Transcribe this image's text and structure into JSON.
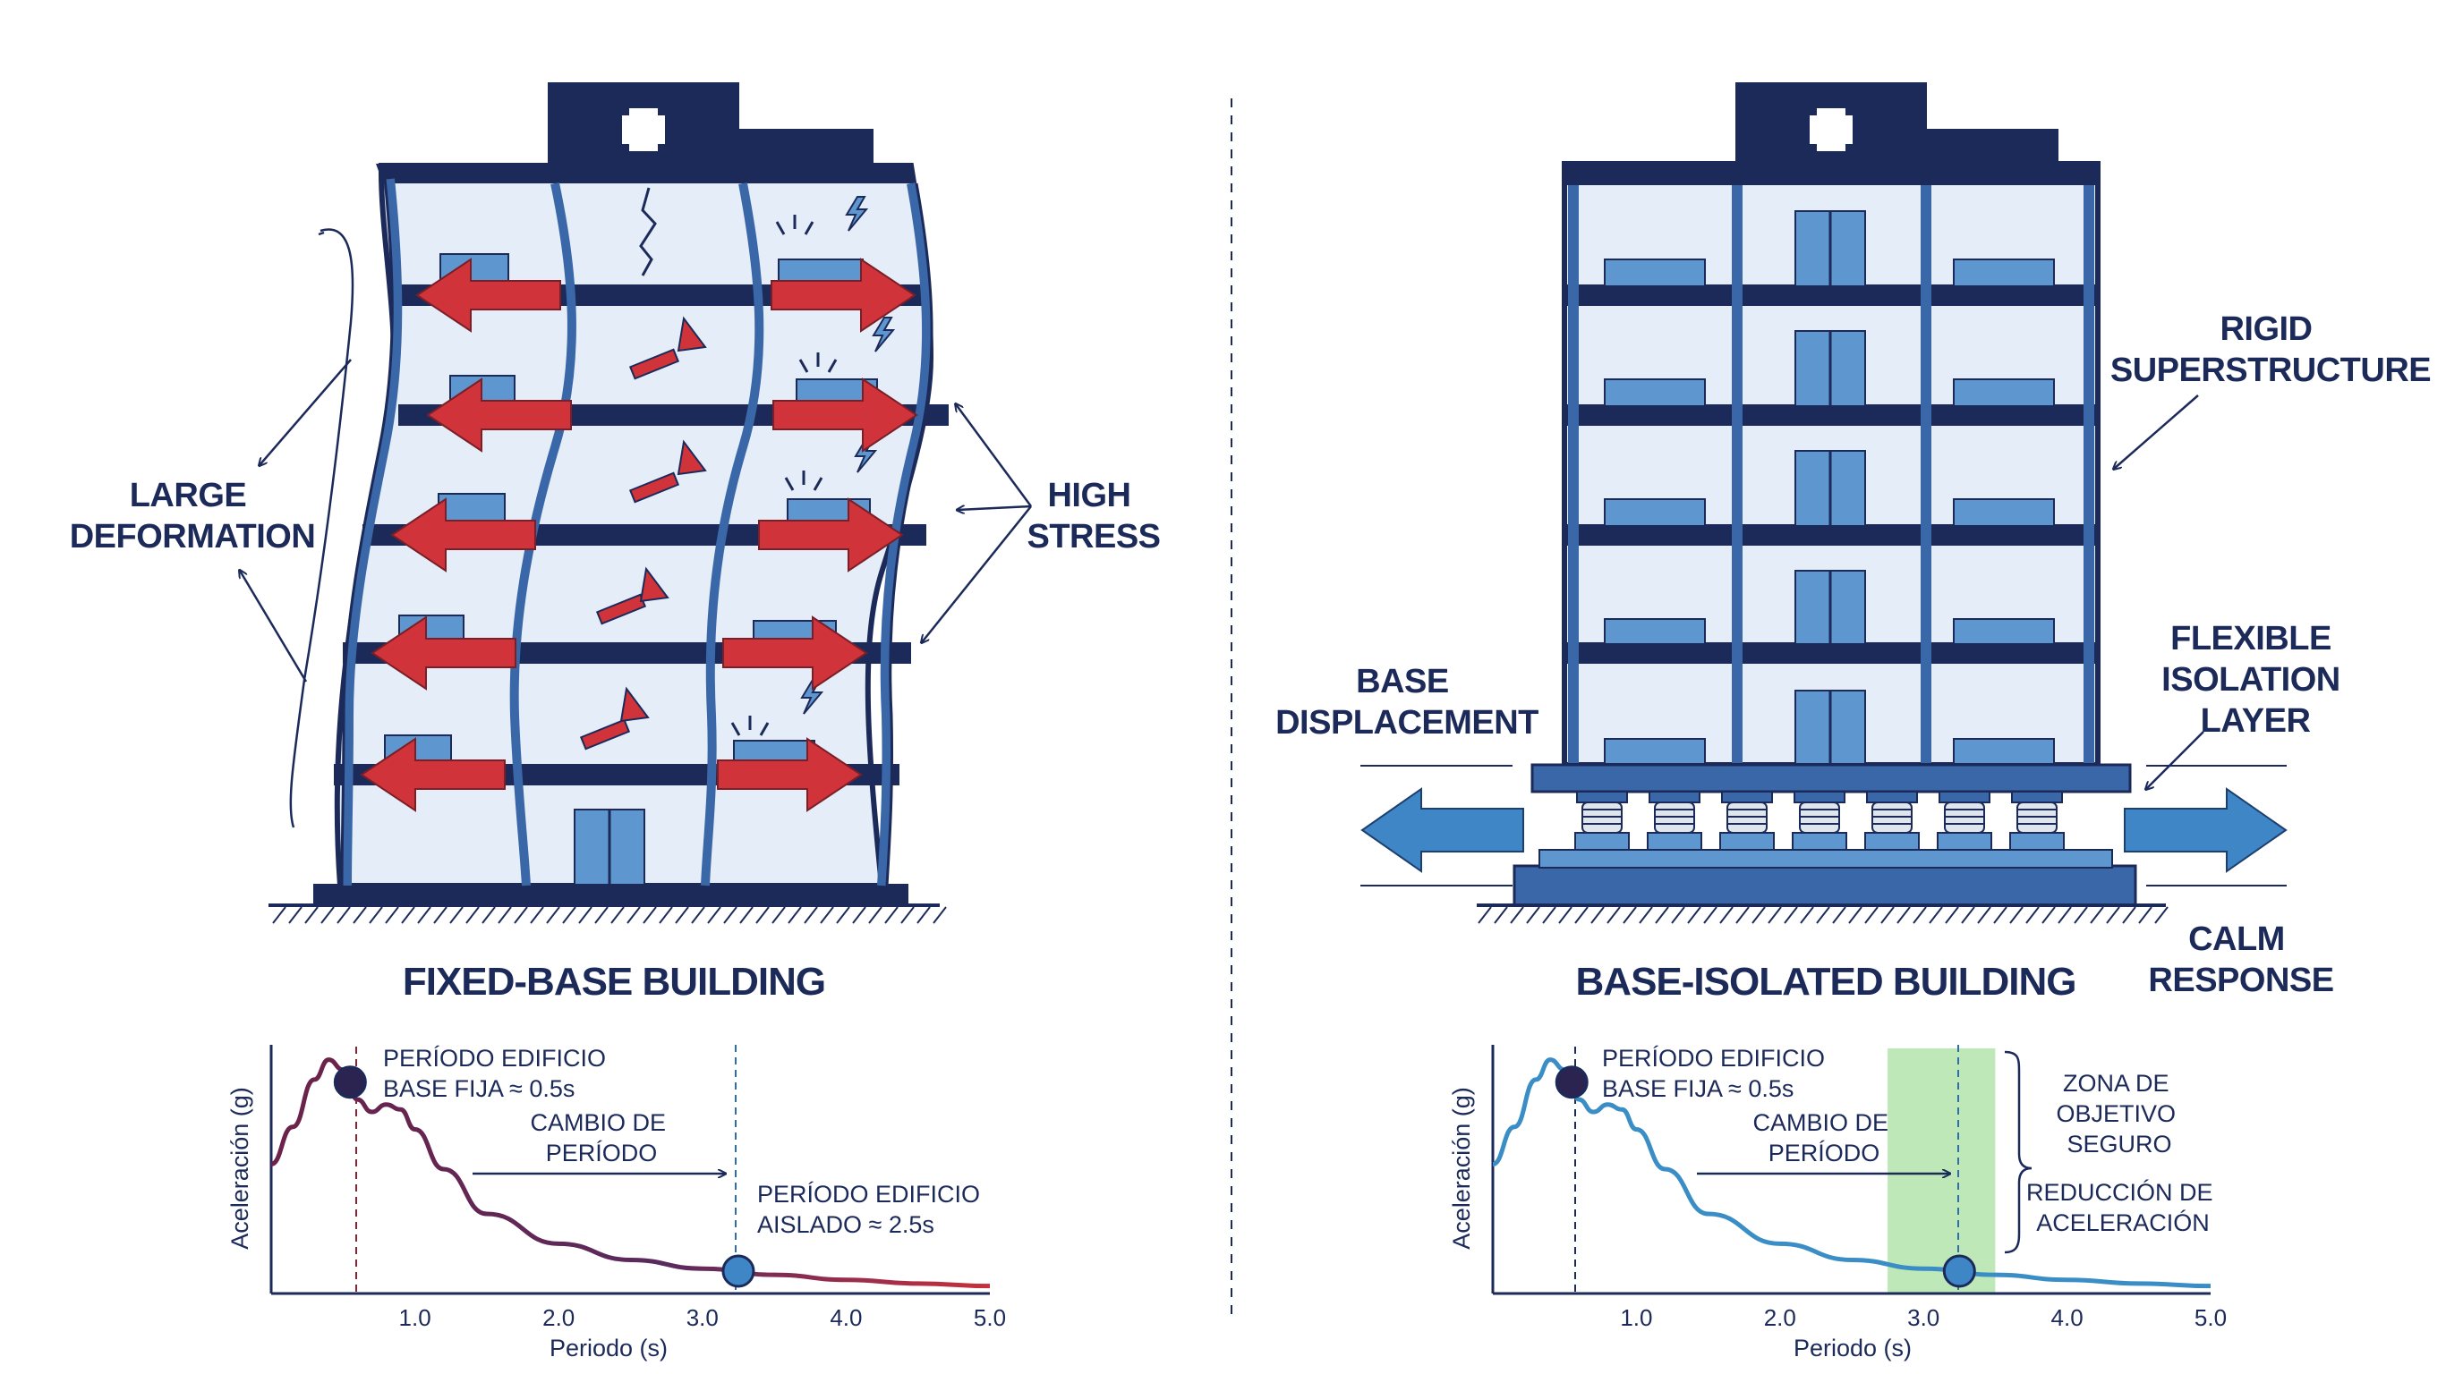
{
  "left_panel": {
    "title": "FIXED-BASE BUILDING",
    "label_deformation": [
      "LARGE",
      "DEFORMATION"
    ],
    "label_stress": [
      "HIGH",
      "STRESS"
    ],
    "cross_icon": "medical-cross-icon"
  },
  "right_panel": {
    "title": "BASE-ISOLATED BUILDING",
    "label_rigid": [
      "RIGID",
      "SUPERSTRUCTURE"
    ],
    "label_isolation": [
      "FLEXIBLE",
      "ISOLATION",
      "LAYER"
    ],
    "label_displacement": [
      "BASE",
      "DISPLACEMENT"
    ],
    "label_calm": [
      "CALM",
      "RESPONSE"
    ],
    "cross_icon": "medical-cross-icon"
  },
  "left_chart": {
    "ylabel": "Aceleración (g)",
    "xlabel": "Periodo (s)",
    "ticks": [
      "1.0",
      "2.0",
      "3.0",
      "4.0",
      "5.0"
    ],
    "ann_fixed": [
      "PERÍODO EDIFICIO",
      "BASE FIJA ≈ 0.5s"
    ],
    "ann_shift": [
      "CAMBIO DE",
      "PERÍODO"
    ],
    "ann_isolated": [
      "PERÍODO EDIFICIO",
      "AISLADO ≈ 2.5s"
    ]
  },
  "right_chart": {
    "ylabel": "Aceleración (g)",
    "xlabel": "Periodo (s)",
    "ticks": [
      "1.0",
      "2.0",
      "3.0",
      "4.0",
      "5.0"
    ],
    "ann_fixed": [
      "PERÍODO EDIFICIO",
      "BASE FIJA ≈ 0.5s"
    ],
    "ann_shift": [
      "CAMBIO DE",
      "PERÍODO"
    ],
    "ann_zone": [
      "ZONA DE",
      "OBJETIVO",
      "SEGURO"
    ],
    "ann_reduction": [
      "REDUCCIÓN DE",
      "ACELERACIÓN"
    ]
  },
  "chart_data": [
    {
      "type": "line",
      "xlabel": "Periodo (s)",
      "ylabel": "Aceleración (g)",
      "xlim": [
        0,
        5.0
      ],
      "series": [
        {
          "x": [
            0.0,
            0.15,
            0.3,
            0.4,
            0.5,
            0.6,
            0.7,
            0.8,
            0.9,
            1.0,
            1.2,
            1.5,
            2.0,
            2.5,
            3.0,
            3.5,
            4.0,
            4.5,
            5.0
          ],
          "y": [
            0.52,
            0.67,
            0.86,
            0.94,
            0.9,
            0.78,
            0.73,
            0.76,
            0.74,
            0.66,
            0.5,
            0.32,
            0.2,
            0.135,
            0.1,
            0.075,
            0.055,
            0.04,
            0.03
          ]
        }
      ],
      "markers": [
        {
          "x": 0.55,
          "y": 0.85
        },
        {
          "x": 3.25,
          "y": 0.09
        }
      ]
    },
    {
      "type": "line",
      "xlabel": "Periodo (s)",
      "ylabel": "Aceleración (g)",
      "xlim": [
        0,
        5.0
      ],
      "highlight_band": [
        2.75,
        3.5
      ],
      "series": [
        {
          "x": [
            0.0,
            0.15,
            0.3,
            0.4,
            0.5,
            0.6,
            0.7,
            0.8,
            0.9,
            1.0,
            1.2,
            1.5,
            2.0,
            2.5,
            3.0,
            3.5,
            4.0,
            4.5,
            5.0
          ],
          "y": [
            0.52,
            0.67,
            0.86,
            0.94,
            0.9,
            0.78,
            0.73,
            0.76,
            0.74,
            0.66,
            0.5,
            0.32,
            0.2,
            0.135,
            0.1,
            0.075,
            0.055,
            0.04,
            0.03
          ]
        }
      ],
      "markers": [
        {
          "x": 0.55,
          "y": 0.85
        },
        {
          "x": 3.25,
          "y": 0.09
        }
      ]
    }
  ],
  "colors": {
    "navy": "#1c2a5a",
    "frame_blue": "#3a67a8",
    "glass": "#e4edf8",
    "window_blue": "#5e97cf",
    "arrow_red": "#d0333a",
    "arrow_blue": "#3f86c6",
    "safe_zone": "#bfe8b8",
    "curve_left": "#7a1f45",
    "curve_right": "#3a8ec5",
    "marker_dark": "#2b2450",
    "marker_blue": "#3f86c6"
  }
}
